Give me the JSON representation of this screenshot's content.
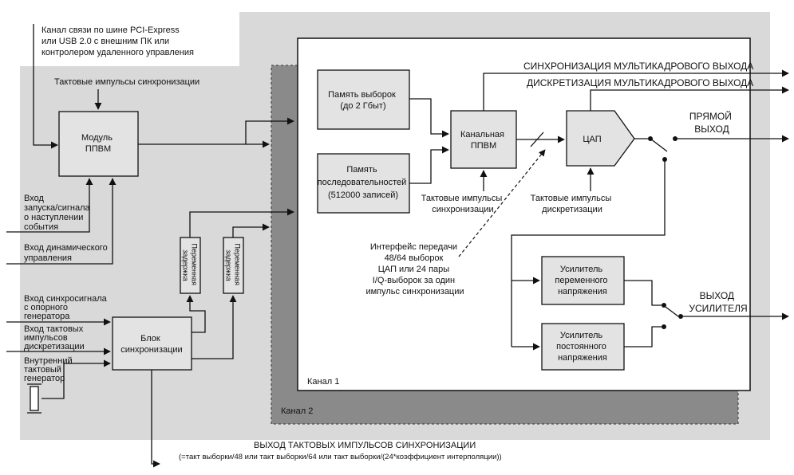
{
  "header_note": [
    "Канал связи по шине PCI-Express",
    "или USB 2.0 с внешним ПК или",
    "контролером удаленного управления"
  ],
  "sync_pulses_top": "Тактовые импульсы синхронизации",
  "fpga_module": [
    "Модуль",
    "ППВМ"
  ],
  "trigger_input": [
    "Вход",
    "запуска/сигнала",
    "о наступлении",
    "события"
  ],
  "dynamic_control_input": [
    "Вход динамического",
    "управления"
  ],
  "ref_sync_input": [
    "Вход синхросигнала",
    "с опорного",
    "генератора"
  ],
  "sampling_clock_input": [
    "Вход тактовых",
    "импульсов",
    "дискретизации"
  ],
  "internal_clock": [
    "Внутренний",
    "тактовый",
    "генератор"
  ],
  "sync_block": [
    "Блок",
    "синхронизации"
  ],
  "variable_delay_1": [
    "Переменная",
    "задержка"
  ],
  "variable_delay_2": [
    "Переменная",
    "задержка"
  ],
  "sample_memory": [
    "Память выборок",
    "(до 2 Гбыт)"
  ],
  "sequence_memory": [
    "Память",
    "последовательностей",
    "(512000 записей)"
  ],
  "channel_fpga": [
    "Канальная",
    "ППВМ"
  ],
  "dac": "ЦАП",
  "multiframe_sync": "СИНХРОНИЗАЦИЯ МУЛЬТИКАДРОВОГО ВЫХОДА",
  "multiframe_sampling": "ДИСКРЕТИЗАЦИЯ МУЛЬТИКАДРОВОГО ВЫХОДА",
  "direct_output": [
    "ПРЯМОЙ",
    "ВЫХОД"
  ],
  "channel_sync_pulses": [
    "Тактовые импульсы",
    "синхронизации"
  ],
  "dac_sampling_pulses": [
    "Тактовые импульсы",
    "дискретизации"
  ],
  "interface_note": [
    "Интерфейс передачи",
    "48/64 выборок",
    "ЦАП или 24 пары",
    "I/Q-выборок за один",
    "импульс синхронизации"
  ],
  "ac_amplifier": [
    "Усилитель",
    "переменного",
    "напряжения"
  ],
  "dc_amplifier": [
    "Усилитель",
    "постоянного",
    "напряжения"
  ],
  "amplifier_output": [
    "ВЫХОД",
    "УСИЛИТЕЛЯ"
  ],
  "channel_1": "Канал 1",
  "channel_2": "Канал 2",
  "sync_output_title": "ВЫХОД ТАКТОВЫХ ИМПУЛЬСОВ СИНХРОНИЗАЦИИ",
  "sync_output_formula": "(=такт выборки/48 или такт выборки/64 или такт выборки/(24*коэффициент интерполяции))",
  "colors": {
    "background_panel": "#d9d9d9",
    "channel2_panel": "#8a8a8a",
    "block_fill": "#e3e3e3",
    "line": "#111111"
  }
}
